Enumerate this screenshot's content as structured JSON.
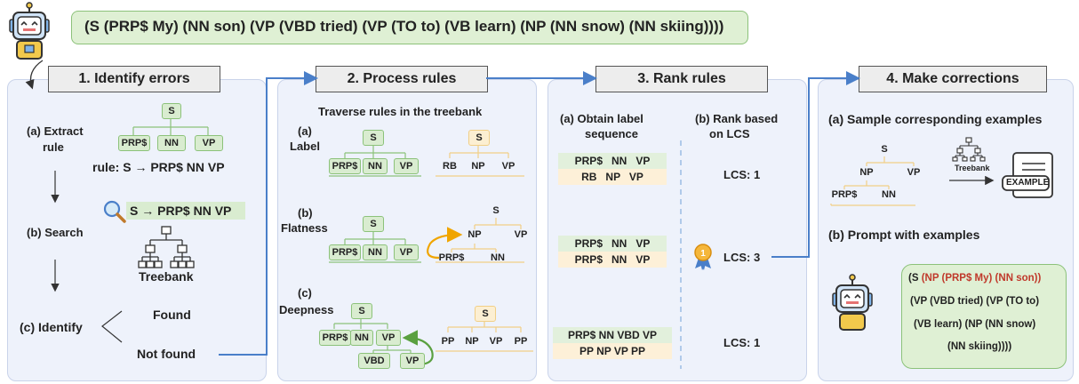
{
  "colors": {
    "panel_bg": "#eef2fb",
    "tree_green": "#8cc27a",
    "tree_yellow": "#f1cf86",
    "arrow_blue": "#4a7fc9",
    "highlight_red": "#c0392b"
  },
  "top": {
    "parse": "(S (PRP$ My) (NN son) (VP (VBD tried) (VP (TO to) (VB learn) (NP (NN snow) (NN skiing))))"
  },
  "p1": {
    "title": "1. Identify errors",
    "a_label_1": "(a) Extract",
    "a_label_2": "rule",
    "tree": {
      "root": "S",
      "children": [
        "PRP$",
        "NN",
        "VP"
      ]
    },
    "rule": "rule: S → PRP$  NN  VP",
    "b_label": "(b) Search",
    "search_rule": "S → PRP$  NN  VP",
    "treebank": "Treebank",
    "c_label": "(c) Identify",
    "found": "Found",
    "not_found": "Not found"
  },
  "p2": {
    "title": "2. Process rules",
    "subtitle": "Traverse rules in the treebank",
    "a1": "(a)",
    "a2": "Label",
    "b1": "(b)",
    "b2": "Flatness",
    "c1": "(c)",
    "c2": "Deepness",
    "ga": {
      "root": "S",
      "children": [
        "PRP$",
        "NN",
        "VP"
      ]
    },
    "ya": {
      "root": "S",
      "children": [
        "RB",
        "NP",
        "VP"
      ]
    },
    "gb": {
      "root": "S",
      "children": [
        "PRP$",
        "NN",
        "VP"
      ]
    },
    "yb": {
      "root": "S",
      "mid": "NP",
      "right": "VP",
      "leaves": [
        "PRP$",
        "NN"
      ]
    },
    "gc": {
      "root": "S",
      "children": [
        "PRP$",
        "NN",
        "VP"
      ],
      "sub": [
        "VBD",
        "VP"
      ]
    },
    "yc": {
      "root": "S",
      "children": [
        "PP",
        "NP",
        "VP",
        "PP"
      ]
    }
  },
  "p3": {
    "title": "3. Rank rules",
    "a_head_1": "(a) Obtain label",
    "a_head_2": "sequence",
    "b_head_1": "(b) Rank based",
    "b_head_2": "on LCS",
    "rows": [
      {
        "g": "PRP$   NN   VP",
        "y": "RB   NP   VP",
        "lcs": "LCS: 1"
      },
      {
        "g": "PRP$   NN   VP",
        "y": "PRP$   NN   VP",
        "lcs": "LCS: 3"
      },
      {
        "g": "PRP$ NN VBD VP",
        "y": "PP NP VP PP",
        "lcs": "LCS: 1"
      }
    ],
    "medal": "1"
  },
  "p4": {
    "title": "4. Make corrections",
    "a_label": "(a) Sample corresponding examples",
    "tree": {
      "root": "S",
      "np": "NP",
      "vp": "VP",
      "leaves": [
        "PRP$",
        "NN"
      ]
    },
    "treebank": "Treebank",
    "example": "EXAMPLE",
    "b_label": "(b) Prompt with examples",
    "bubble": {
      "l1a": "(S ",
      "l1b": "(NP (PRP$ My) (NN son))",
      "l2": "(VP (VBD tried) (VP (TO to)",
      "l3": "(VB learn) (NP (NN snow)",
      "l4": "(NN skiing))))"
    }
  }
}
